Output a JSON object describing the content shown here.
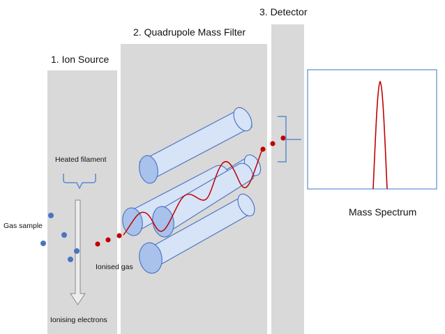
{
  "stages": {
    "ion_source": "1. Ion Source",
    "mass_filter": "2. Quadrupole Mass Filter",
    "detector": "3. Detector"
  },
  "labels": {
    "heated_filament": "Heated filament",
    "gas_sample": "Gas sample",
    "ionised_gas": "Ionised gas",
    "ionising_electrons": "Ionising electrons",
    "mass_spectrum": "Mass Spectrum"
  },
  "colors": {
    "panel": "#d9d9d9",
    "tube_stroke": "#4f77c4",
    "tube_fill": "#d7e3f6",
    "tube_face": "#a8c2ec",
    "ion_red": "#c00000",
    "gas_blue": "#4a74c2",
    "bracket": "#5b8bd0",
    "spectrum_border": "#5b8bd0",
    "spectrum_peak": "#c00000"
  }
}
